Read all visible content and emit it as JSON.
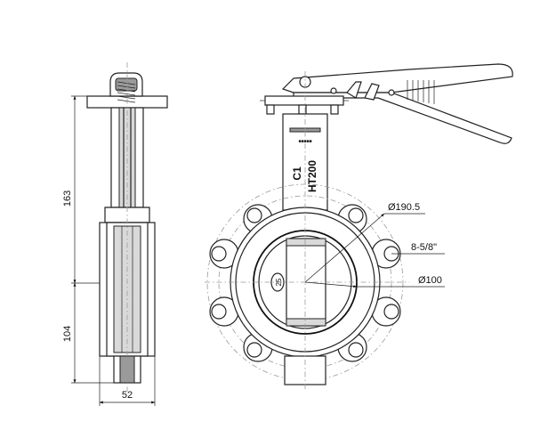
{
  "dimensions": {
    "height_upper": "163",
    "height_lower": "104",
    "width_side": "52",
    "pcd": "Ø190.5",
    "bolt": "8-5/8\"",
    "bore": "Ø100"
  },
  "markings": {
    "class": "C1",
    "material": "HT200",
    "disc_label": "25"
  }
}
